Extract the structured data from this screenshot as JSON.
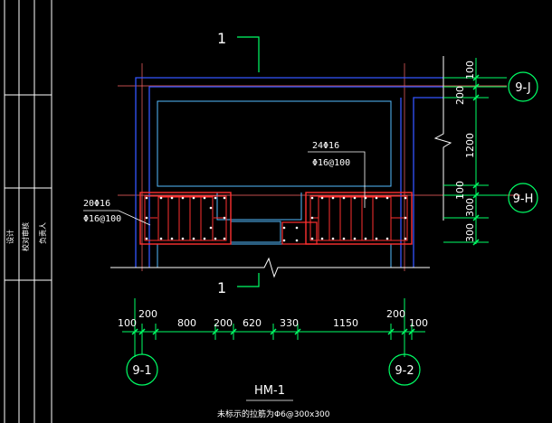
{
  "drawing": {
    "title": "HM-1",
    "note": "未标示的拉筋为Φ6@300x300",
    "section_marks": [
      "1",
      "1"
    ]
  },
  "left_block": {
    "main_bars": "20Φ16",
    "stirrups": "Φ16@100"
  },
  "right_block": {
    "main_bars": "24Φ16",
    "stirrups": "Φ16@100"
  },
  "grid_axes": {
    "bottom_left": "9-1",
    "bottom_right": "9-2",
    "right_top": "9-J",
    "right_mid": "9-H"
  },
  "dims_bottom": {
    "top_row": [
      "200",
      "200"
    ],
    "main_row": [
      "100",
      "800",
      "200",
      "620",
      "330",
      "1150",
      "100"
    ]
  },
  "dims_right": [
    "100",
    "200",
    "1200",
    "100",
    "300",
    "300"
  ],
  "title_block": {
    "col_a": "设计",
    "col_b": "校对审核",
    "col_c": "负责人"
  },
  "colors": {
    "background": "#000000",
    "outline": "#3355ff",
    "outline_light": "#55bbff",
    "rebar": "#ff3030",
    "dimension": "#00ff66",
    "leader": "#ffffff",
    "axis_line": "#ff6666"
  }
}
